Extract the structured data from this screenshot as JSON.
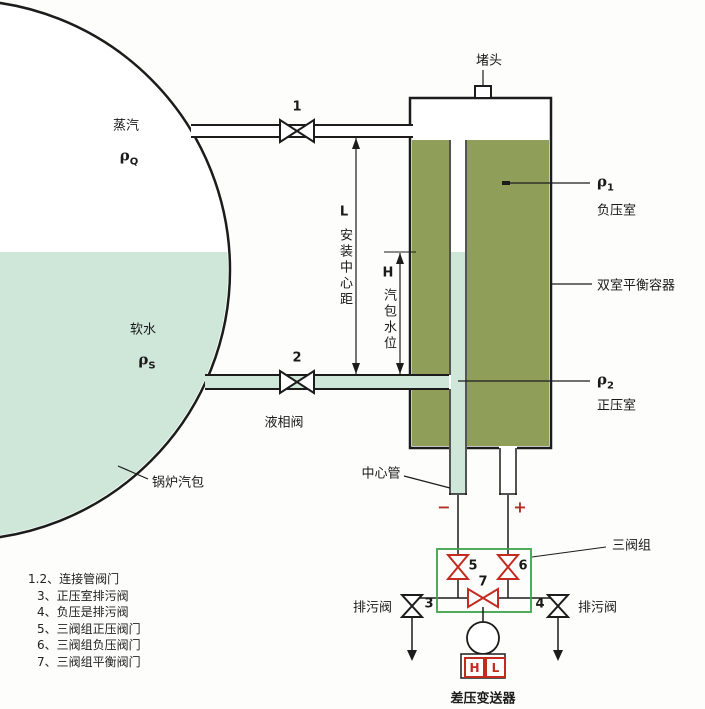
{
  "colors": {
    "line": "#1c1c1c",
    "drum_water": "#cfe7d9",
    "vessel_liquid": "#8f9e58",
    "valve_red": "#c42b20",
    "three_valve_box": "#3fa24a",
    "sign_red": "#b32f25"
  },
  "drum": {
    "steam_label": "蒸汽",
    "steam_rho": "ρ",
    "steam_sub": "Q",
    "water_label": "软水",
    "water_rho": "ρ",
    "water_sub": "S",
    "name": "锅炉汽包"
  },
  "piping": {
    "valve1_num": "1",
    "valve2_num": "2",
    "liquid_valve_label": "液相阀",
    "center_tube_label": "中心管"
  },
  "vessel": {
    "plug_label": "堵头",
    "rho1": "ρ",
    "rho1_sub": "1",
    "neg_chamber_label": "负压室",
    "name": "双室平衡容器",
    "rho2": "ρ",
    "rho2_sub": "2",
    "pos_chamber_label": "正压室"
  },
  "dimensions": {
    "l_letter": "L",
    "l_label": "安装中心距",
    "h_letter": "H",
    "h_label": "汽包水位"
  },
  "manifold": {
    "minus_sign": "−",
    "plus_sign": "+",
    "valve3_num": "3",
    "valve4_num": "4",
    "valve5_num": "5",
    "valve6_num": "6",
    "valve7_num": "7",
    "three_valve_group_label": "三阀组",
    "blowdown_left_label": "排污阀",
    "blowdown_right_label": "排污阀"
  },
  "transmitter": {
    "h_port": "H",
    "l_port": "L",
    "label": "差压变送器"
  },
  "legend": {
    "items": [
      "1.2、连接管阀门",
      "3、正压室排污阀",
      "4、负压是排污阀",
      "5、三阀组正压阀门",
      "6、三阀组负压阀门",
      "7、三阀组平衡阀门"
    ]
  }
}
